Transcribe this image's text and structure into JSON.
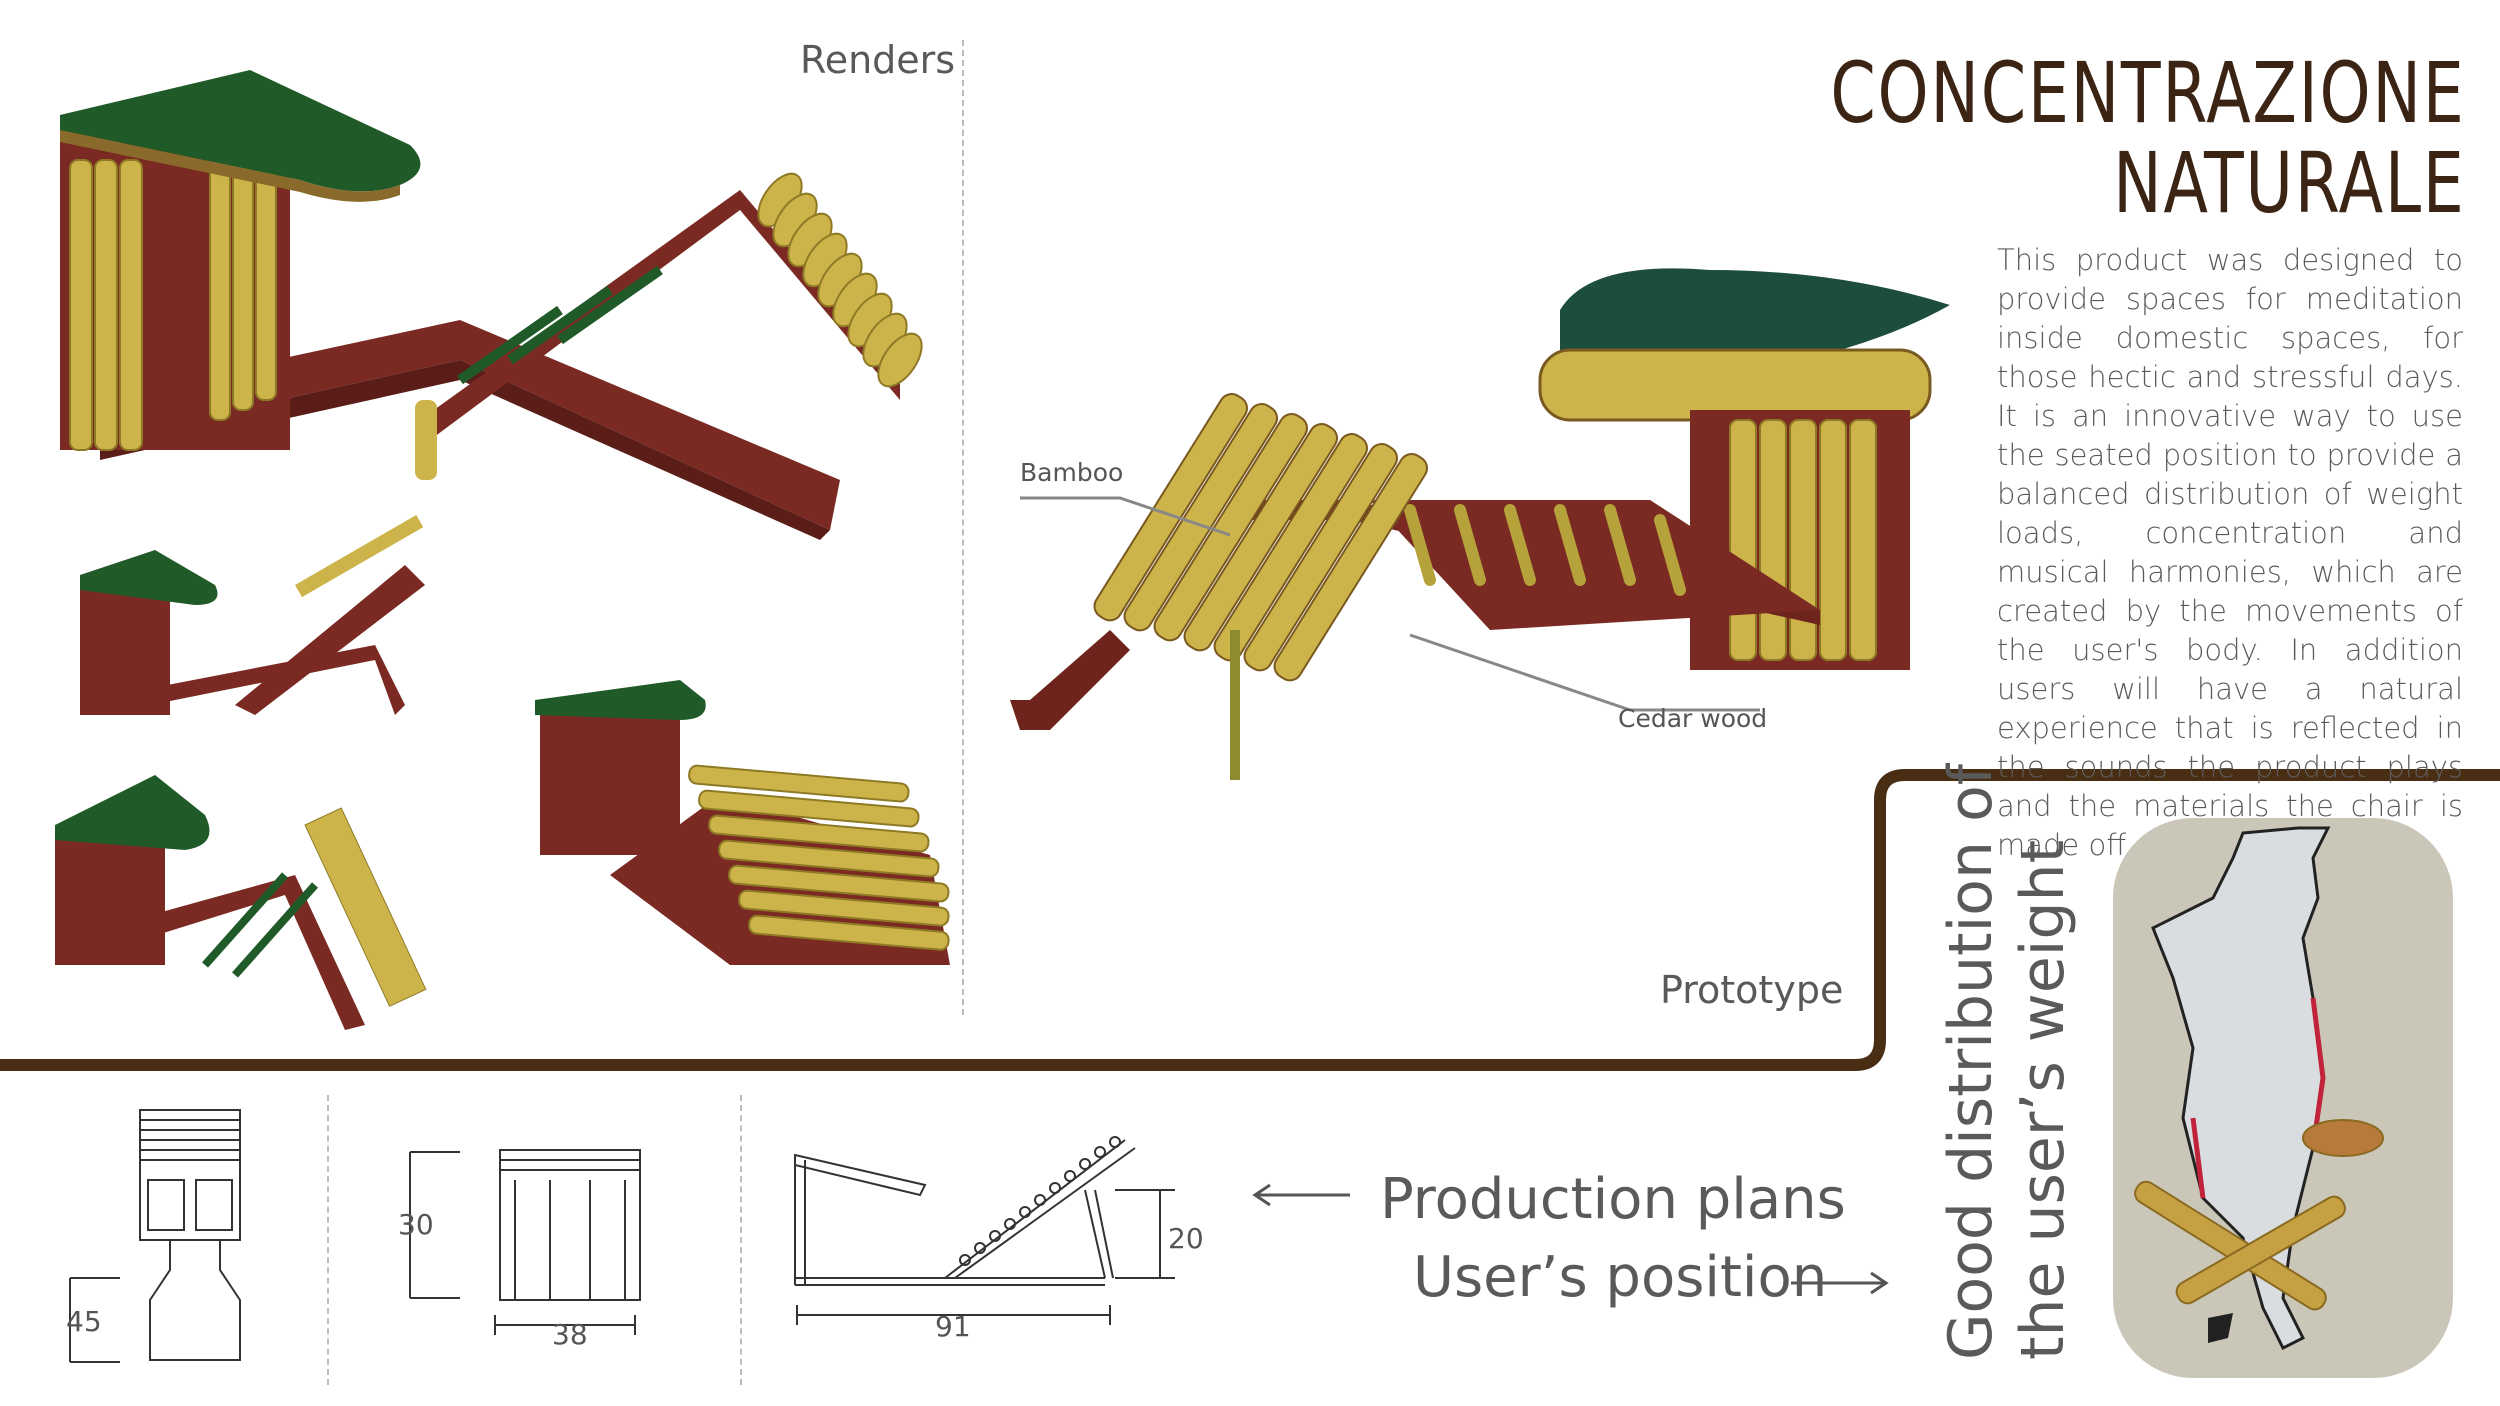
{
  "title": {
    "line1": "CONCENTRAZIONE",
    "line2": "NATURALE"
  },
  "description": "This product was designed to provide spaces for meditation inside domestic spaces, for those hectic and stressful days. It is an innovative way to use the seated position to provide a balanced distribution of weight loads, concentration and musical harmonies, which are created by the movements of the user's body. In addition users will have a natural experience that is reflected in the sounds the product plays and the materials the chair is made off.",
  "sections": {
    "renders": "Renders",
    "prototype": "Prototype"
  },
  "callouts": {
    "bamboo": "Bamboo",
    "cedar": "Cedar wood"
  },
  "plans": {
    "production": "Production plans",
    "position": "User’s position",
    "weight_line1": "Good distribution of",
    "weight_line2": "the user’s weight"
  },
  "dimensions": {
    "d45": "45",
    "d30": "30",
    "d38": "38",
    "d91": "91",
    "d20": "20"
  },
  "colors": {
    "brown": "#4a2e14",
    "green": "#1f5a28",
    "bamboo": "#cdb44a",
    "cedar": "#7a2a22",
    "cushion": "#1d4d3c"
  }
}
